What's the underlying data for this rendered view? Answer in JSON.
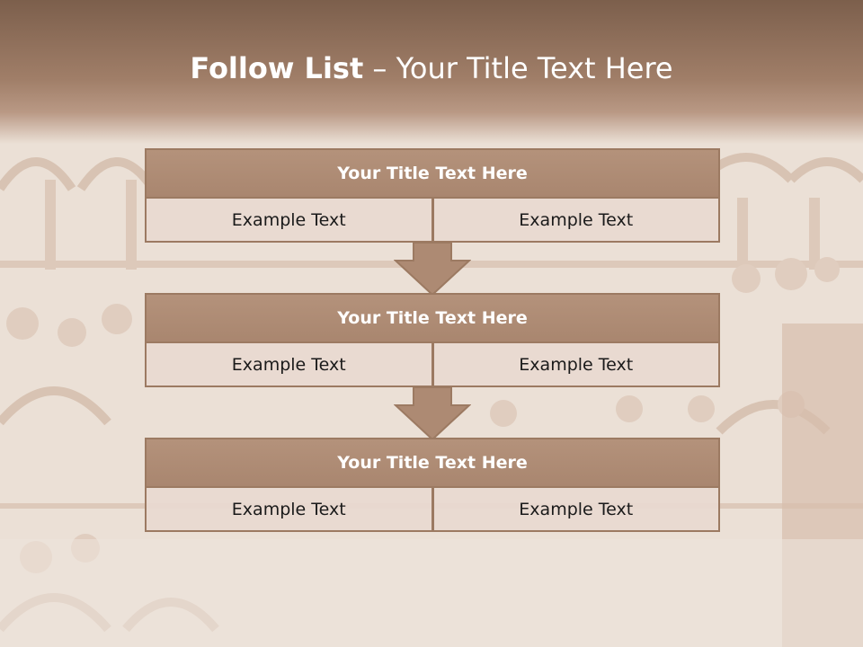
{
  "slide": {
    "title_strong": "Follow List",
    "title_rest": "– Your Title Text Here"
  },
  "blocks": [
    {
      "title": "Your Title Text Here",
      "left": "Example Text",
      "right": "Example Text"
    },
    {
      "title": "Your Title Text Here",
      "left": "Example Text",
      "right": "Example Text"
    },
    {
      "title": "Your Title Text Here",
      "left": "Example Text",
      "right": "Example Text"
    }
  ],
  "colors": {
    "header": "#7c5f4c",
    "block_head": "#ae8b74",
    "block_border": "#9c7a62",
    "cell_bg": "#e8d9d0",
    "background": "#e9ddd3"
  },
  "icons": [
    "down-arrow-icon"
  ]
}
